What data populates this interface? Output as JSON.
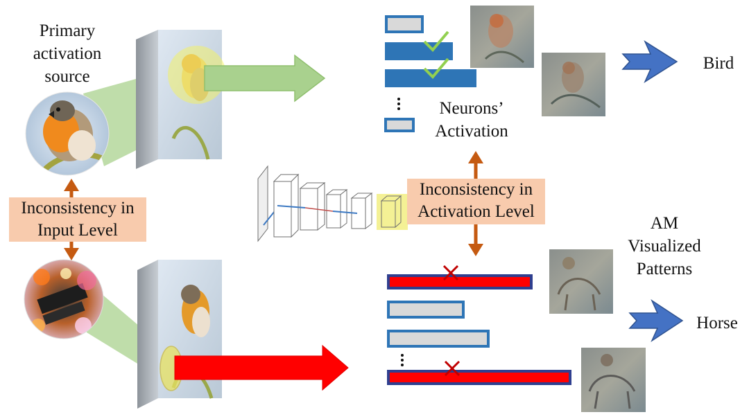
{
  "labels": {
    "primary_source": [
      "Primary",
      "activation",
      "source"
    ],
    "neurons_activation": [
      "Neurons’",
      "Activation"
    ],
    "am_patterns": [
      "AM",
      "Visualized",
      "Patterns"
    ],
    "class_top": "Bird",
    "class_bottom": "Horse"
  },
  "boxes": {
    "input_level": [
      "Inconsistency in",
      "Input Level"
    ],
    "activation_level": [
      "Inconsistency in",
      "Activation Level"
    ]
  },
  "colors": {
    "arrow_green": "#a9d18e",
    "arrow_red": "#ff0000",
    "arrow_blue": "#4472c4",
    "arrow_orange": "#c55a11",
    "box_fill": "#f8cbad",
    "bar_outline": "#2e75b6",
    "bar_gray": "#d9d9d9",
    "check": "#92d050",
    "cross": "#c00000"
  },
  "icons": {
    "check": "check-icon",
    "cross": "cross-icon",
    "ellipsis": "vertical-ellipsis-icon"
  }
}
